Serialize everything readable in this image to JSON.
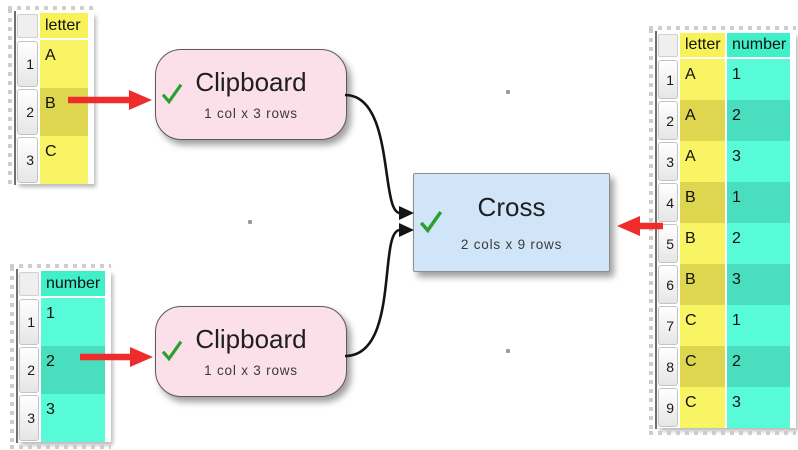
{
  "colors": {
    "yellow_header": "#f7f257",
    "yellow_light": "#f9f464",
    "yellow_dark": "#ded64e",
    "teal_header": "#40f0c8",
    "teal_light": "#57fbd8",
    "teal_dark": "#49dfbe",
    "node_pink": "#fbdfe9",
    "node_blue": "#d0e6f8",
    "arrow_red": "#ee2c2c",
    "check_green": "#2aa12e",
    "connector_black": "#141414"
  },
  "nodes": {
    "clipboard_top": {
      "title": "Clipboard",
      "subtitle": "1 col x 3 rows",
      "status": "ok"
    },
    "clipboard_bottom": {
      "title": "Clipboard",
      "subtitle": "1 col x 3 rows",
      "status": "ok"
    },
    "cross": {
      "title": "Cross",
      "subtitle": "2 cols x 9 rows",
      "status": "ok"
    }
  },
  "tables": {
    "letter_input": {
      "columns": [
        {
          "name": "letter",
          "color": "yellow"
        }
      ],
      "row_numbers": [
        "1",
        "2",
        "3"
      ],
      "rows": [
        [
          "A"
        ],
        [
          "B"
        ],
        [
          "C"
        ]
      ]
    },
    "number_input": {
      "columns": [
        {
          "name": "number",
          "color": "teal"
        }
      ],
      "row_numbers": [
        "1",
        "2",
        "3"
      ],
      "rows": [
        [
          "1"
        ],
        [
          "2"
        ],
        [
          "3"
        ]
      ]
    },
    "cross_output": {
      "columns": [
        {
          "name": "letter",
          "color": "yellow"
        },
        {
          "name": "number",
          "color": "teal"
        }
      ],
      "row_numbers": [
        "1",
        "2",
        "3",
        "4",
        "5",
        "6",
        "7",
        "8",
        "9"
      ],
      "rows": [
        [
          "A",
          "1"
        ],
        [
          "A",
          "2"
        ],
        [
          "A",
          "3"
        ],
        [
          "B",
          "1"
        ],
        [
          "B",
          "2"
        ],
        [
          "B",
          "3"
        ],
        [
          "C",
          "1"
        ],
        [
          "C",
          "2"
        ],
        [
          "C",
          "3"
        ]
      ]
    }
  }
}
